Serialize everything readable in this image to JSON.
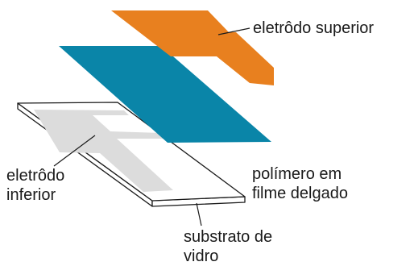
{
  "labels": {
    "top_electrode": "eletrôdo superior",
    "polymer_line1": "polímero em",
    "polymer_line2": "filme delgado",
    "bottom_electrode_line1": "eletrôdo",
    "bottom_electrode_line2": "inferior",
    "substrate_line1": "substrato de",
    "substrate_line2": "vidro"
  },
  "colors": {
    "top_electrode": "#e8801f",
    "polymer_film": "#0a85a8",
    "bottom_electrode": "#dcdcdc",
    "substrate_face": "#ffffff",
    "outline": "#1a1a1a"
  }
}
